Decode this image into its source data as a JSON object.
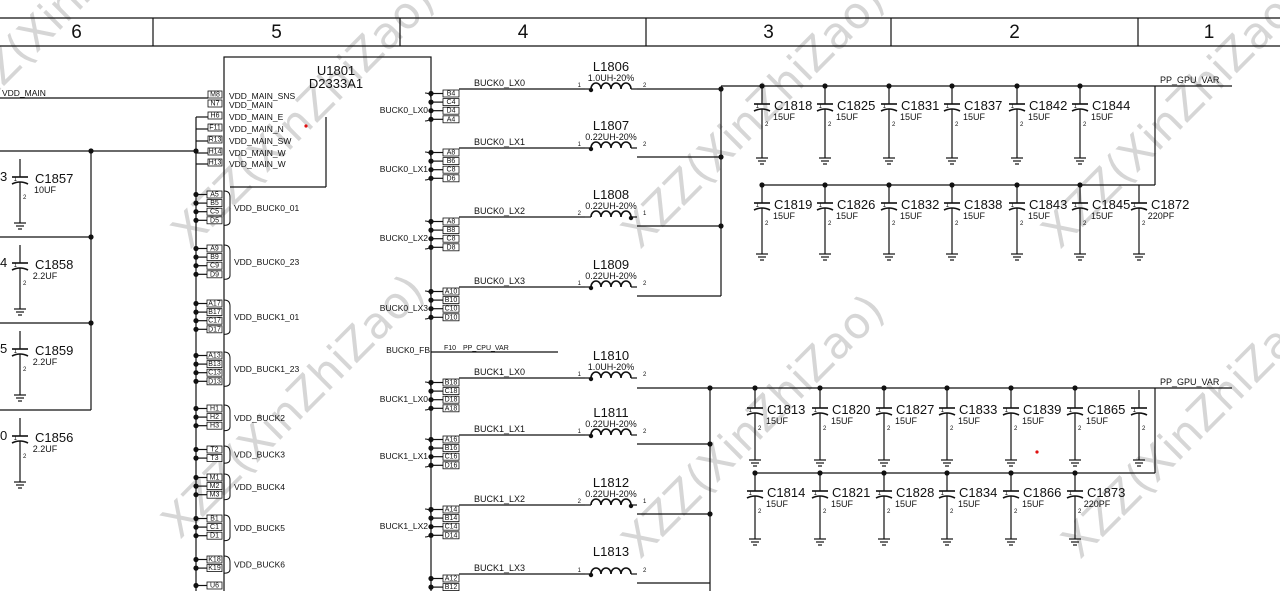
{
  "zones": [
    "6",
    "5",
    "4",
    "3",
    "2",
    "1"
  ],
  "watermark": "XZZ(XinZhiZao)",
  "ic": {
    "ref": "U1801",
    "part": "D2333A1",
    "pins": [
      {
        "num": "M8",
        "name": "VDD_MAIN_SNS"
      },
      {
        "num": "N7",
        "name": "VDD_MAIN"
      },
      {
        "num": "H6",
        "name": "VDD_MAIN_E"
      },
      {
        "num": "F11",
        "name": "VDD_MAIN_N"
      },
      {
        "num": "R13",
        "name": "VDD_MAIN_SW"
      },
      {
        "num": "H14",
        "name": "VDD_MAIN_W"
      },
      {
        "num": "H13",
        "name": "VDD_MAIN_W"
      }
    ],
    "buck_groups": [
      {
        "label": "VDD_BUCK0_01",
        "pins": [
          "A5",
          "B5",
          "C5",
          "D5"
        ]
      },
      {
        "label": "VDD_BUCK0_23",
        "pins": [
          "A9",
          "B9",
          "C9",
          "D9"
        ]
      },
      {
        "label": "VDD_BUCK1_01",
        "pins": [
          "A17",
          "B17",
          "C17",
          "D17"
        ]
      },
      {
        "label": "VDD_BUCK1_23",
        "pins": [
          "A13",
          "B13",
          "C13",
          "D13"
        ]
      },
      {
        "label": "VDD_BUCK2",
        "pins": [
          "H1",
          "H2",
          "H3"
        ]
      },
      {
        "label": "VDD_BUCK3",
        "pins": [
          "T2",
          "T3"
        ]
      },
      {
        "label": "VDD_BUCK4",
        "pins": [
          "M1",
          "M2",
          "M3"
        ]
      },
      {
        "label": "VDD_BUCK5",
        "pins": [
          "B1",
          "C1",
          "D1"
        ]
      },
      {
        "label": "VDD_BUCK6",
        "pins": [
          "K18",
          "K19"
        ]
      },
      {
        "label": "",
        "pins": [
          "U6"
        ]
      }
    ]
  },
  "left_net": "VDD_MAIN",
  "left_caps": [
    {
      "ref": "C1857",
      "value": "10UF",
      "prefix": "3"
    },
    {
      "ref": "C1858",
      "value": "2.2UF",
      "prefix": "4"
    },
    {
      "ref": "C1859",
      "value": "2.2UF",
      "prefix": "5"
    },
    {
      "ref": "C1856",
      "value": "2.2UF",
      "prefix": "0"
    }
  ],
  "lx_groups": [
    {
      "label": "BUCK0_LX0",
      "pins": [
        "B4",
        "C4",
        "D4",
        "A4"
      ],
      "net": "BUCK0_LX0"
    },
    {
      "label": "BUCK0_LX1",
      "pins": [
        "A8",
        "B6",
        "C8",
        "D6"
      ],
      "net": "BUCK0_LX1"
    },
    {
      "label": "BUCK0_LX2",
      "pins": [
        "A8",
        "B8",
        "C8",
        "D8"
      ],
      "net": "BUCK0_LX2"
    },
    {
      "label": "BUCK0_LX3",
      "pins": [
        "A10",
        "B10",
        "C10",
        "D10"
      ],
      "net": "BUCK0_LX3"
    },
    {
      "label": "BUCK1_LX0",
      "pins": [
        "B18",
        "C18",
        "D18",
        "A18"
      ],
      "net": "BUCK1_LX0"
    },
    {
      "label": "BUCK1_LX1",
      "pins": [
        "A16",
        "B16",
        "C16",
        "D16"
      ],
      "net": "BUCK1_LX1"
    },
    {
      "label": "BUCK1_LX2",
      "pins": [
        "A14",
        "B14",
        "C14",
        "D14"
      ],
      "net": "BUCK1_LX2"
    },
    {
      "label": "",
      "pins": [
        "A12",
        "B12"
      ],
      "net": "BUCK1_LX3"
    }
  ],
  "feedback": {
    "label": "BUCK0_FB",
    "pin": "F10",
    "net": "PP_CPU_VAR"
  },
  "inductors": [
    {
      "ref": "L1806",
      "value": "1.0UH-20%"
    },
    {
      "ref": "L1807",
      "value": "0.22UH-20%"
    },
    {
      "ref": "L1808",
      "value": "0.22UH-20%"
    },
    {
      "ref": "L1809",
      "value": "0.22UH-20%"
    },
    {
      "ref": "L1810",
      "value": "1.0UH-20%"
    },
    {
      "ref": "L1811",
      "value": "0.22UH-20%"
    },
    {
      "ref": "L1812",
      "value": "0.22UH-20%"
    },
    {
      "ref": "L1813",
      "value": ""
    }
  ],
  "rail_net": "PP_GPU_VAR",
  "cap_bank_top": {
    "row1": [
      {
        "ref": "C1818",
        "value": "15UF"
      },
      {
        "ref": "C1825",
        "value": "15UF"
      },
      {
        "ref": "C1831",
        "value": "15UF"
      },
      {
        "ref": "C1837",
        "value": "15UF"
      },
      {
        "ref": "C1842",
        "value": "15UF"
      },
      {
        "ref": "C1844",
        "value": "15UF"
      }
    ],
    "row2": [
      {
        "ref": "C1819",
        "value": "15UF"
      },
      {
        "ref": "C1826",
        "value": "15UF"
      },
      {
        "ref": "C1832",
        "value": "15UF"
      },
      {
        "ref": "C1838",
        "value": "15UF"
      },
      {
        "ref": "C1843",
        "value": "15UF"
      },
      {
        "ref": "C1845",
        "value": "15UF"
      },
      {
        "ref": "C1872",
        "value": "220PF"
      }
    ]
  },
  "cap_bank_bottom": {
    "row1": [
      {
        "ref": "C1813",
        "value": "15UF"
      },
      {
        "ref": "C1820",
        "value": "15UF"
      },
      {
        "ref": "C1827",
        "value": "15UF"
      },
      {
        "ref": "C1833",
        "value": "15UF"
      },
      {
        "ref": "C1839",
        "value": "15UF"
      },
      {
        "ref": "C1865",
        "value": "15UF"
      }
    ],
    "row2": [
      {
        "ref": "C1814",
        "value": "15UF"
      },
      {
        "ref": "C1821",
        "value": "15UF"
      },
      {
        "ref": "C1828",
        "value": "15UF"
      },
      {
        "ref": "C1834",
        "value": "15UF"
      },
      {
        "ref": "C1866",
        "value": "15UF"
      },
      {
        "ref": "C1873",
        "value": "220PF"
      }
    ]
  }
}
